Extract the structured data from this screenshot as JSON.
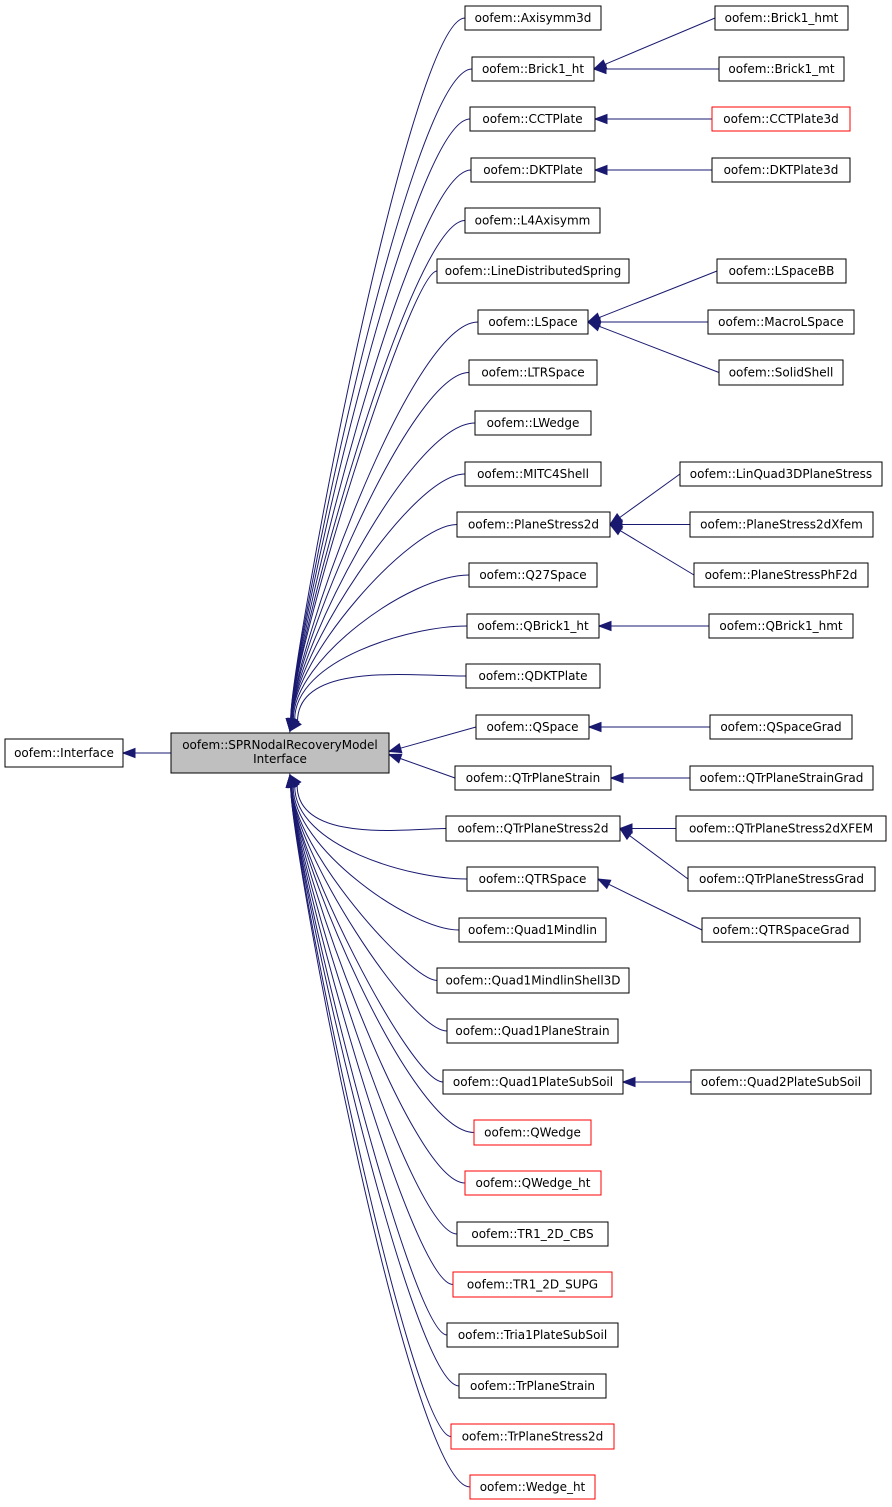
{
  "diagram": {
    "title": "",
    "colors": {
      "edge": "#191970",
      "normal_border": "#000000",
      "truncated_border": "#ff0000",
      "focus_fill": "#bfbfbf"
    },
    "nodes": [
      {
        "id": "interface",
        "label": "oofem::Interface",
        "role": "base"
      },
      {
        "id": "spr",
        "label": "oofem::SPRNodalRecoveryModel Interface",
        "lines": [
          "oofem::SPRNodalRecoveryModel",
          "Interface"
        ],
        "role": "focus"
      },
      {
        "id": "axisymm3d",
        "label": "oofem::Axisymm3d"
      },
      {
        "id": "brick1_ht",
        "label": "oofem::Brick1_ht"
      },
      {
        "id": "cctplate",
        "label": "oofem::CCTPlate"
      },
      {
        "id": "dktplate",
        "label": "oofem::DKTPlate"
      },
      {
        "id": "l4axisymm",
        "label": "oofem::L4Axisymm"
      },
      {
        "id": "linedistributedspring",
        "label": "oofem::LineDistributedSpring"
      },
      {
        "id": "lspace",
        "label": "oofem::LSpace"
      },
      {
        "id": "ltrspace",
        "label": "oofem::LTRSpace"
      },
      {
        "id": "lwedge",
        "label": "oofem::LWedge"
      },
      {
        "id": "mitc4shell",
        "label": "oofem::MITC4Shell"
      },
      {
        "id": "planestress2d",
        "label": "oofem::PlaneStress2d"
      },
      {
        "id": "q27space",
        "label": "oofem::Q27Space"
      },
      {
        "id": "qbrick1_ht",
        "label": "oofem::QBrick1_ht"
      },
      {
        "id": "qdktplate",
        "label": "oofem::QDKTPlate"
      },
      {
        "id": "qspace",
        "label": "oofem::QSpace"
      },
      {
        "id": "qtrplanestrain",
        "label": "oofem::QTrPlaneStrain"
      },
      {
        "id": "qtrplanestress2d",
        "label": "oofem::QTrPlaneStress2d"
      },
      {
        "id": "qtrspace",
        "label": "oofem::QTRSpace"
      },
      {
        "id": "quad1mindlin",
        "label": "oofem::Quad1Mindlin"
      },
      {
        "id": "quad1mindlinshell3d",
        "label": "oofem::Quad1MindlinShell3D"
      },
      {
        "id": "quad1planestrain",
        "label": "oofem::Quad1PlaneStrain"
      },
      {
        "id": "quad1platesubsoil",
        "label": "oofem::Quad1PlateSubSoil"
      },
      {
        "id": "qwedge",
        "label": "oofem::QWedge",
        "truncated": true
      },
      {
        "id": "qwedge_ht",
        "label": "oofem::QWedge_ht",
        "truncated": true
      },
      {
        "id": "tr1_2d_cbs",
        "label": "oofem::TR1_2D_CBS"
      },
      {
        "id": "tr1_2d_supg",
        "label": "oofem::TR1_2D_SUPG",
        "truncated": true
      },
      {
        "id": "tria1platesubsoil",
        "label": "oofem::Tria1PlateSubSoil"
      },
      {
        "id": "trplanestrain",
        "label": "oofem::TrPlaneStrain"
      },
      {
        "id": "trplanestress2d",
        "label": "oofem::TrPlaneStress2d",
        "truncated": true
      },
      {
        "id": "wedge_ht",
        "label": "oofem::Wedge_ht",
        "truncated": true
      },
      {
        "id": "brick1_hmt",
        "label": "oofem::Brick1_hmt"
      },
      {
        "id": "brick1_mt",
        "label": "oofem::Brick1_mt"
      },
      {
        "id": "cctplate3d",
        "label": "oofem::CCTPlate3d",
        "truncated": true
      },
      {
        "id": "dktplate3d",
        "label": "oofem::DKTPlate3d"
      },
      {
        "id": "lspacebb",
        "label": "oofem::LSpaceBB"
      },
      {
        "id": "macrolspace",
        "label": "oofem::MacroLSpace"
      },
      {
        "id": "solidshell",
        "label": "oofem::SolidShell"
      },
      {
        "id": "linquad3dplanestress",
        "label": "oofem::LinQuad3DPlaneStress"
      },
      {
        "id": "planestress2dxfem",
        "label": "oofem::PlaneStress2dXfem"
      },
      {
        "id": "planestressphf2d",
        "label": "oofem::PlaneStressPhF2d"
      },
      {
        "id": "qbrick1_hmt",
        "label": "oofem::QBrick1_hmt"
      },
      {
        "id": "qspacegrad",
        "label": "oofem::QSpaceGrad"
      },
      {
        "id": "qtrplanestraingrad",
        "label": "oofem::QTrPlaneStrainGrad"
      },
      {
        "id": "qtrplanestress2dxfem",
        "label": "oofem::QTrPlaneStress2dXFEM"
      },
      {
        "id": "qtrplanestressgrad",
        "label": "oofem::QTrPlaneStressGrad"
      },
      {
        "id": "qtrspacegrad",
        "label": "oofem::QTRSpaceGrad"
      },
      {
        "id": "quad2platesubsoil",
        "label": "oofem::Quad2PlateSubSoil"
      }
    ],
    "edges": [
      {
        "from": "spr",
        "to": "interface"
      },
      {
        "from": "axisymm3d",
        "to": "spr"
      },
      {
        "from": "brick1_ht",
        "to": "spr"
      },
      {
        "from": "cctplate",
        "to": "spr"
      },
      {
        "from": "dktplate",
        "to": "spr"
      },
      {
        "from": "l4axisymm",
        "to": "spr"
      },
      {
        "from": "linedistributedspring",
        "to": "spr"
      },
      {
        "from": "lspace",
        "to": "spr"
      },
      {
        "from": "ltrspace",
        "to": "spr"
      },
      {
        "from": "lwedge",
        "to": "spr"
      },
      {
        "from": "mitc4shell",
        "to": "spr"
      },
      {
        "from": "planestress2d",
        "to": "spr"
      },
      {
        "from": "q27space",
        "to": "spr"
      },
      {
        "from": "qbrick1_ht",
        "to": "spr"
      },
      {
        "from": "qdktplate",
        "to": "spr"
      },
      {
        "from": "qspace",
        "to": "spr"
      },
      {
        "from": "qtrplanestrain",
        "to": "spr"
      },
      {
        "from": "qtrplanestress2d",
        "to": "spr"
      },
      {
        "from": "qtrspace",
        "to": "spr"
      },
      {
        "from": "quad1mindlin",
        "to": "spr"
      },
      {
        "from": "quad1mindlinshell3d",
        "to": "spr"
      },
      {
        "from": "quad1planestrain",
        "to": "spr"
      },
      {
        "from": "quad1platesubsoil",
        "to": "spr"
      },
      {
        "from": "qwedge",
        "to": "spr"
      },
      {
        "from": "qwedge_ht",
        "to": "spr"
      },
      {
        "from": "tr1_2d_cbs",
        "to": "spr"
      },
      {
        "from": "tr1_2d_supg",
        "to": "spr"
      },
      {
        "from": "tria1platesubsoil",
        "to": "spr"
      },
      {
        "from": "trplanestrain",
        "to": "spr"
      },
      {
        "from": "trplanestress2d",
        "to": "spr"
      },
      {
        "from": "wedge_ht",
        "to": "spr"
      },
      {
        "from": "brick1_hmt",
        "to": "brick1_ht"
      },
      {
        "from": "brick1_mt",
        "to": "brick1_ht"
      },
      {
        "from": "cctplate3d",
        "to": "cctplate"
      },
      {
        "from": "dktplate3d",
        "to": "dktplate"
      },
      {
        "from": "lspacebb",
        "to": "lspace"
      },
      {
        "from": "macrolspace",
        "to": "lspace"
      },
      {
        "from": "solidshell",
        "to": "lspace"
      },
      {
        "from": "linquad3dplanestress",
        "to": "planestress2d"
      },
      {
        "from": "planestress2dxfem",
        "to": "planestress2d"
      },
      {
        "from": "planestressphf2d",
        "to": "planestress2d"
      },
      {
        "from": "qbrick1_hmt",
        "to": "qbrick1_ht"
      },
      {
        "from": "qspacegrad",
        "to": "qspace"
      },
      {
        "from": "qtrplanestraingrad",
        "to": "qtrplanestrain"
      },
      {
        "from": "qtrplanestress2dxfem",
        "to": "qtrplanestress2d"
      },
      {
        "from": "qtrplanestressgrad",
        "to": "qtrplanestress2d"
      },
      {
        "from": "qtrspacegrad",
        "to": "qtrspace"
      },
      {
        "from": "quad2platesubsoil",
        "to": "quad1platesubsoil"
      }
    ]
  }
}
